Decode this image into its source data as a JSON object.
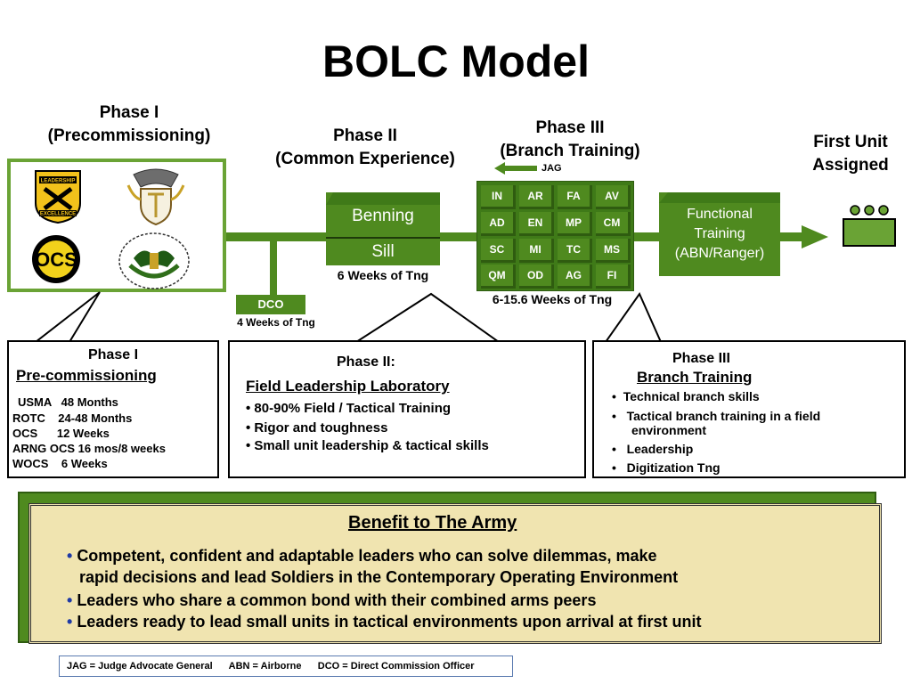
{
  "title": "BOLC Model",
  "phase1_header": {
    "line1": "Phase I",
    "line2": "(Precommissioning)"
  },
  "phase2_header": {
    "line1": "Phase II",
    "line2": "(Common Experience)"
  },
  "phase3_header": {
    "line1": "Phase III",
    "line2": "(Branch Training)"
  },
  "first_unit": {
    "line1": "First Unit",
    "line2": "Assigned"
  },
  "jag_label": "JAG",
  "benning_label": "Benning",
  "sill_label": "Sill",
  "phase2_weeks": "6 Weeks of Tng",
  "dco_label": "DCO",
  "dco_weeks": "4 Weeks of Tng",
  "phase3_weeks": "6-15.6 Weeks of Tng",
  "functional_training": {
    "line1": "Functional",
    "line2": "Training",
    "line3": "(ABN/Ranger)"
  },
  "branches": [
    [
      "IN",
      "AR",
      "FA",
      "AV"
    ],
    [
      "AD",
      "EN",
      "MP",
      "CM"
    ],
    [
      "SC",
      "MI",
      "TC",
      "MS"
    ],
    [
      "QM",
      "OD",
      "AG",
      "FI"
    ]
  ],
  "emblems": {
    "rotc": {
      "top": "LEADERSHIP",
      "bottom": "EXCELLENCE"
    },
    "ocs": "OCS"
  },
  "box1": {
    "title": "Phase I",
    "subtitle": "Pre-commissioning",
    "rows": [
      "USMA   48 Months",
      "ROTC    24-48 Months",
      "OCS      12 Weeks",
      "ARNG OCS 16 mos/8 weeks",
      "WOCS    6 Weeks"
    ]
  },
  "box2": {
    "title": "Phase II:",
    "subtitle": "Field Leadership Laboratory",
    "bullets": [
      "80-90% Field / Tactical Training",
      "Rigor and toughness",
      "Small unit leadership & tactical skills"
    ]
  },
  "box3": {
    "title": "Phase III",
    "subtitle": "Branch Training",
    "bullets": [
      "Technical branch skills",
      "Tactical branch training in a field",
      "environment",
      "Leadership",
      "Digitization Tng"
    ]
  },
  "benefit": {
    "title": "Benefit to The Army",
    "lines": [
      "Competent, confident and adaptable leaders who can solve dilemmas, make",
      "rapid decisions and lead Soldiers in the Contemporary Operating Environment",
      "Leaders who share a common bond with their combined arms peers",
      "Leaders ready to lead small units in tactical environments upon arrival at first unit"
    ]
  },
  "legend": "JAG = Judge Advocate General      ABN = Airborne      DCO = Direct Commission Officer",
  "colors": {
    "green": "#4f8a1f",
    "dark_green": "#2f5c10",
    "benefit_bg": "#f0e4b0",
    "bullet_blue": "#1f3aa5"
  }
}
